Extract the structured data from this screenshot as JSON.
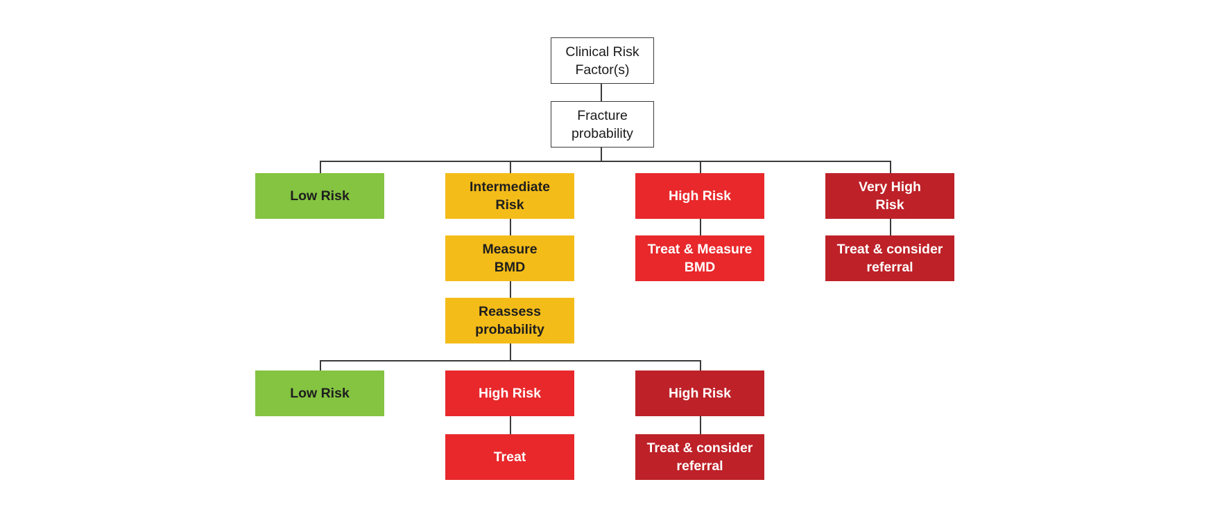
{
  "diagram": {
    "root": {
      "label": "Clinical Risk\nFactor(s)"
    },
    "probability": {
      "label": "Fracture\nprobability"
    },
    "level1": [
      {
        "label": "Low Risk",
        "color": "#84c441"
      },
      {
        "label": "Intermediate\nRisk",
        "color": "#f4bc19"
      },
      {
        "label": "High Risk",
        "color": "#e8282b"
      },
      {
        "label": "Very High\nRisk",
        "color": "#be2128"
      }
    ],
    "intermediate_path": [
      {
        "label": "Measure\nBMD",
        "color": "#f4bc19"
      },
      {
        "label": "Reassess\nprobability",
        "color": "#f4bc19"
      }
    ],
    "high_action": {
      "label": "Treat & Measure\nBMD",
      "color": "#e8282b"
    },
    "very_high_action": {
      "label": "Treat & consider\nreferral",
      "color": "#be2128"
    },
    "level2": [
      {
        "label": "Low Risk",
        "color": "#84c441"
      },
      {
        "label": "High Risk",
        "color": "#e8282b"
      },
      {
        "label": "High Risk",
        "color": "#be2128"
      }
    ],
    "level2_actions": [
      {
        "label": "Treat",
        "color": "#e8282b"
      },
      {
        "label": "Treat & consider\nreferral",
        "color": "#be2128"
      }
    ],
    "connector_color": "#3a3a3a"
  }
}
